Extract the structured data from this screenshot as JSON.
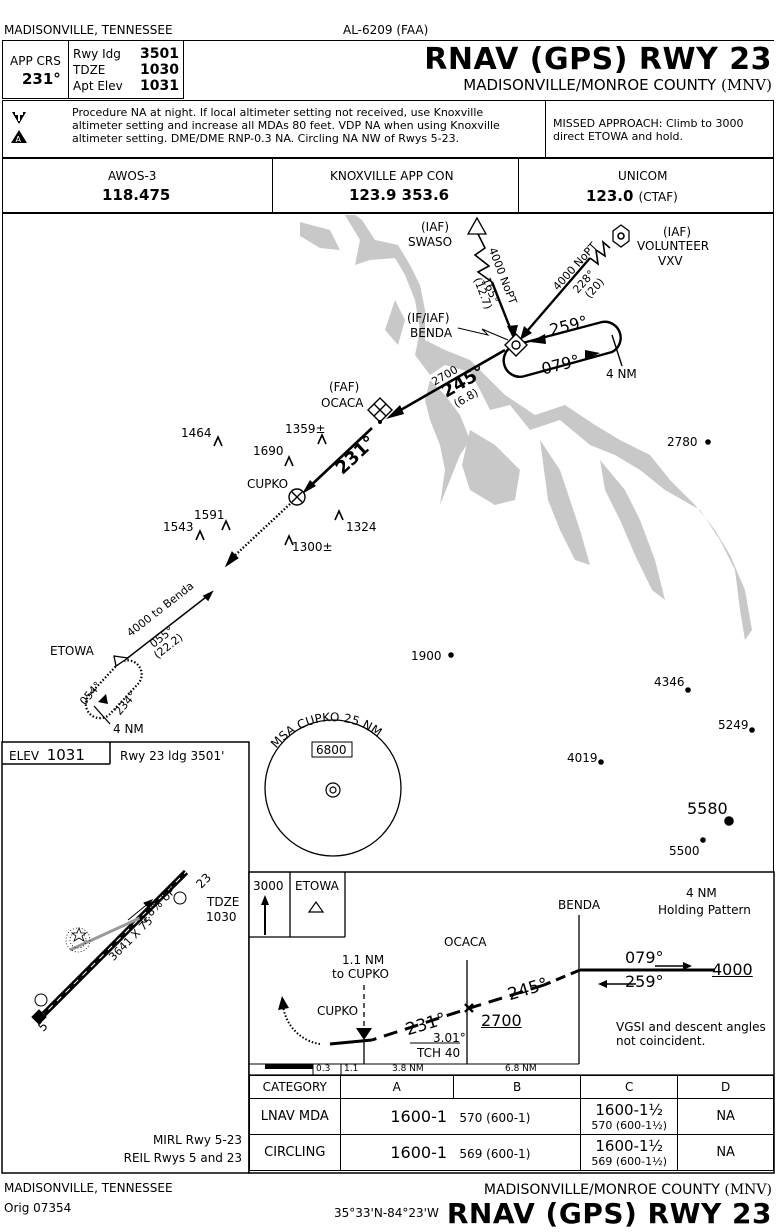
{
  "header": {
    "location": "MADISONVILLE, TENNESSEE",
    "chart_id": "AL-6209 (FAA)",
    "title": "RNAV (GPS) RWY 23",
    "airport": "MADISONVILLE/MONROE COUNTY",
    "airport_id": "(MNV)",
    "app_crs_label": "APP CRS",
    "app_crs_value": "231°",
    "rwy_ldg_label": "Rwy Idg",
    "rwy_ldg_value": "3501",
    "tdze_label": "TDZE",
    "tdze_value": "1030",
    "apt_elev_label": "Apt Elev",
    "apt_elev_value": "1031"
  },
  "notes": {
    "procedure_note": "Procedure NA at night. If local altimeter setting not received, use Knoxville altimeter setting and increase all MDAs 80 feet. VDP NA when using Knoxville altimeter setting. DME/DME RNP-0.3 NA. Circling NA NW of Rwys 5-23.",
    "missed_approach": "MISSED APPROACH:  Climb to 3000 direct ETOWA and hold."
  },
  "comms": [
    {
      "name": "AWOS-3",
      "freq": "118.475"
    },
    {
      "name": "KNOXVILLE APP CON",
      "freq": "123.9  353.6"
    },
    {
      "name": "UNICOM",
      "freq": "123.0",
      "extra": "(CTAF)"
    }
  ],
  "plan": {
    "swaso_iaf": "(IAF)",
    "swaso": "SWASO",
    "volunteer_iaf": "(IAF)",
    "volunteer": "VOLUNTEER",
    "vxv": "VXV",
    "benda_ifiaf": "(IF/IAF)",
    "benda": "BENDA",
    "faf": "(FAF)",
    "ocaca": "OCACA",
    "cupko": "CUPKO",
    "etowa": "ETOWA",
    "swaso_alt": "4000 NoPT",
    "swaso_crs": "165°",
    "swaso_dist": "(12.7)",
    "vxv_alt": "4000 NoPT",
    "vxv_crs": "228°",
    "vxv_dist": "(20)",
    "hold_in": "259°",
    "hold_out": "079°",
    "hold_leg": "4 NM",
    "seg_alt": "2700",
    "seg_crs": "245°",
    "seg_dist": "(6.8)",
    "final_crs": "231°",
    "etowa_alt": "4000 to Benda",
    "etowa_crs": "055°",
    "etowa_dist": "(22.2)",
    "etowa_hold_out": "054°",
    "etowa_hold_in": "234°",
    "etowa_leg": "4 NM",
    "obstacles": [
      "1464",
      "1690",
      "1359±",
      "1591",
      "1543",
      "1324",
      "1300±",
      "2780",
      "1900",
      "4346",
      "5249",
      "4019",
      "5580",
      "5500"
    ],
    "msa_label": "MSA CUPKO 25 NM",
    "msa_alt": "6800"
  },
  "airport_diagram": {
    "elev_label": "ELEV",
    "elev_value": "1031",
    "rwy_ldg": "Rwy 23 ldg 3501'",
    "tdze_label": "TDZE",
    "tdze_value": "1030",
    "rwy_dims": "3641 X 75",
    "gradient": "0.8% UP",
    "rwy_end_high": "23",
    "rwy_end_low": "5",
    "lights_1": "MIRL Rwy 5-23",
    "lights_2": "REIL Rwys 5 and 23"
  },
  "profile": {
    "ma_alt": "3000",
    "ma_fix": "ETOWA",
    "benda": "BENDA",
    "hold_note_1": "4 NM",
    "hold_note_2": "Holding Pattern",
    "ocaca": "OCACA",
    "to_cupko_1": "1.1 NM",
    "to_cupko_2": "to CUPKO",
    "cupko": "CUPKO",
    "hold_out": "079°",
    "hold_in": "259°",
    "hold_alt": "4000",
    "crs_245": "245°",
    "crs_231": "231°",
    "alt_2700": "2700",
    "gpa": "3.01°",
    "tch": "TCH 40",
    "vgsi_note": "VGSI and descent angles not coincident.",
    "dist_03": "0.3",
    "dist_11": "1.1",
    "dist_38": "3.8 NM",
    "dist_68": "6.8 NM"
  },
  "minimums": {
    "headers": [
      "CATEGORY",
      "A",
      "B",
      "C",
      "D"
    ],
    "rows": [
      {
        "label": "LNAV MDA",
        "ab_main": "1600-1",
        "ab_haa": "570 (600-1)",
        "c_main": "1600-1½",
        "c_haa": "570 (600-1½)",
        "d": "NA"
      },
      {
        "label": "CIRCLING",
        "ab_main": "1600-1",
        "ab_haa": "569 (600-1)",
        "c_main": "1600-1½",
        "c_haa": "569 (600-1½)",
        "d": "NA"
      }
    ]
  },
  "footer": {
    "location": "MADISONVILLE, TENNESSEE",
    "orig": "Orig 07354",
    "coords": "35°33'N-84°23'W",
    "airport": "MADISONVILLE/MONROE COUNTY",
    "airport_id": "(MNV)",
    "title": "RNAV (GPS) RWY 23"
  }
}
